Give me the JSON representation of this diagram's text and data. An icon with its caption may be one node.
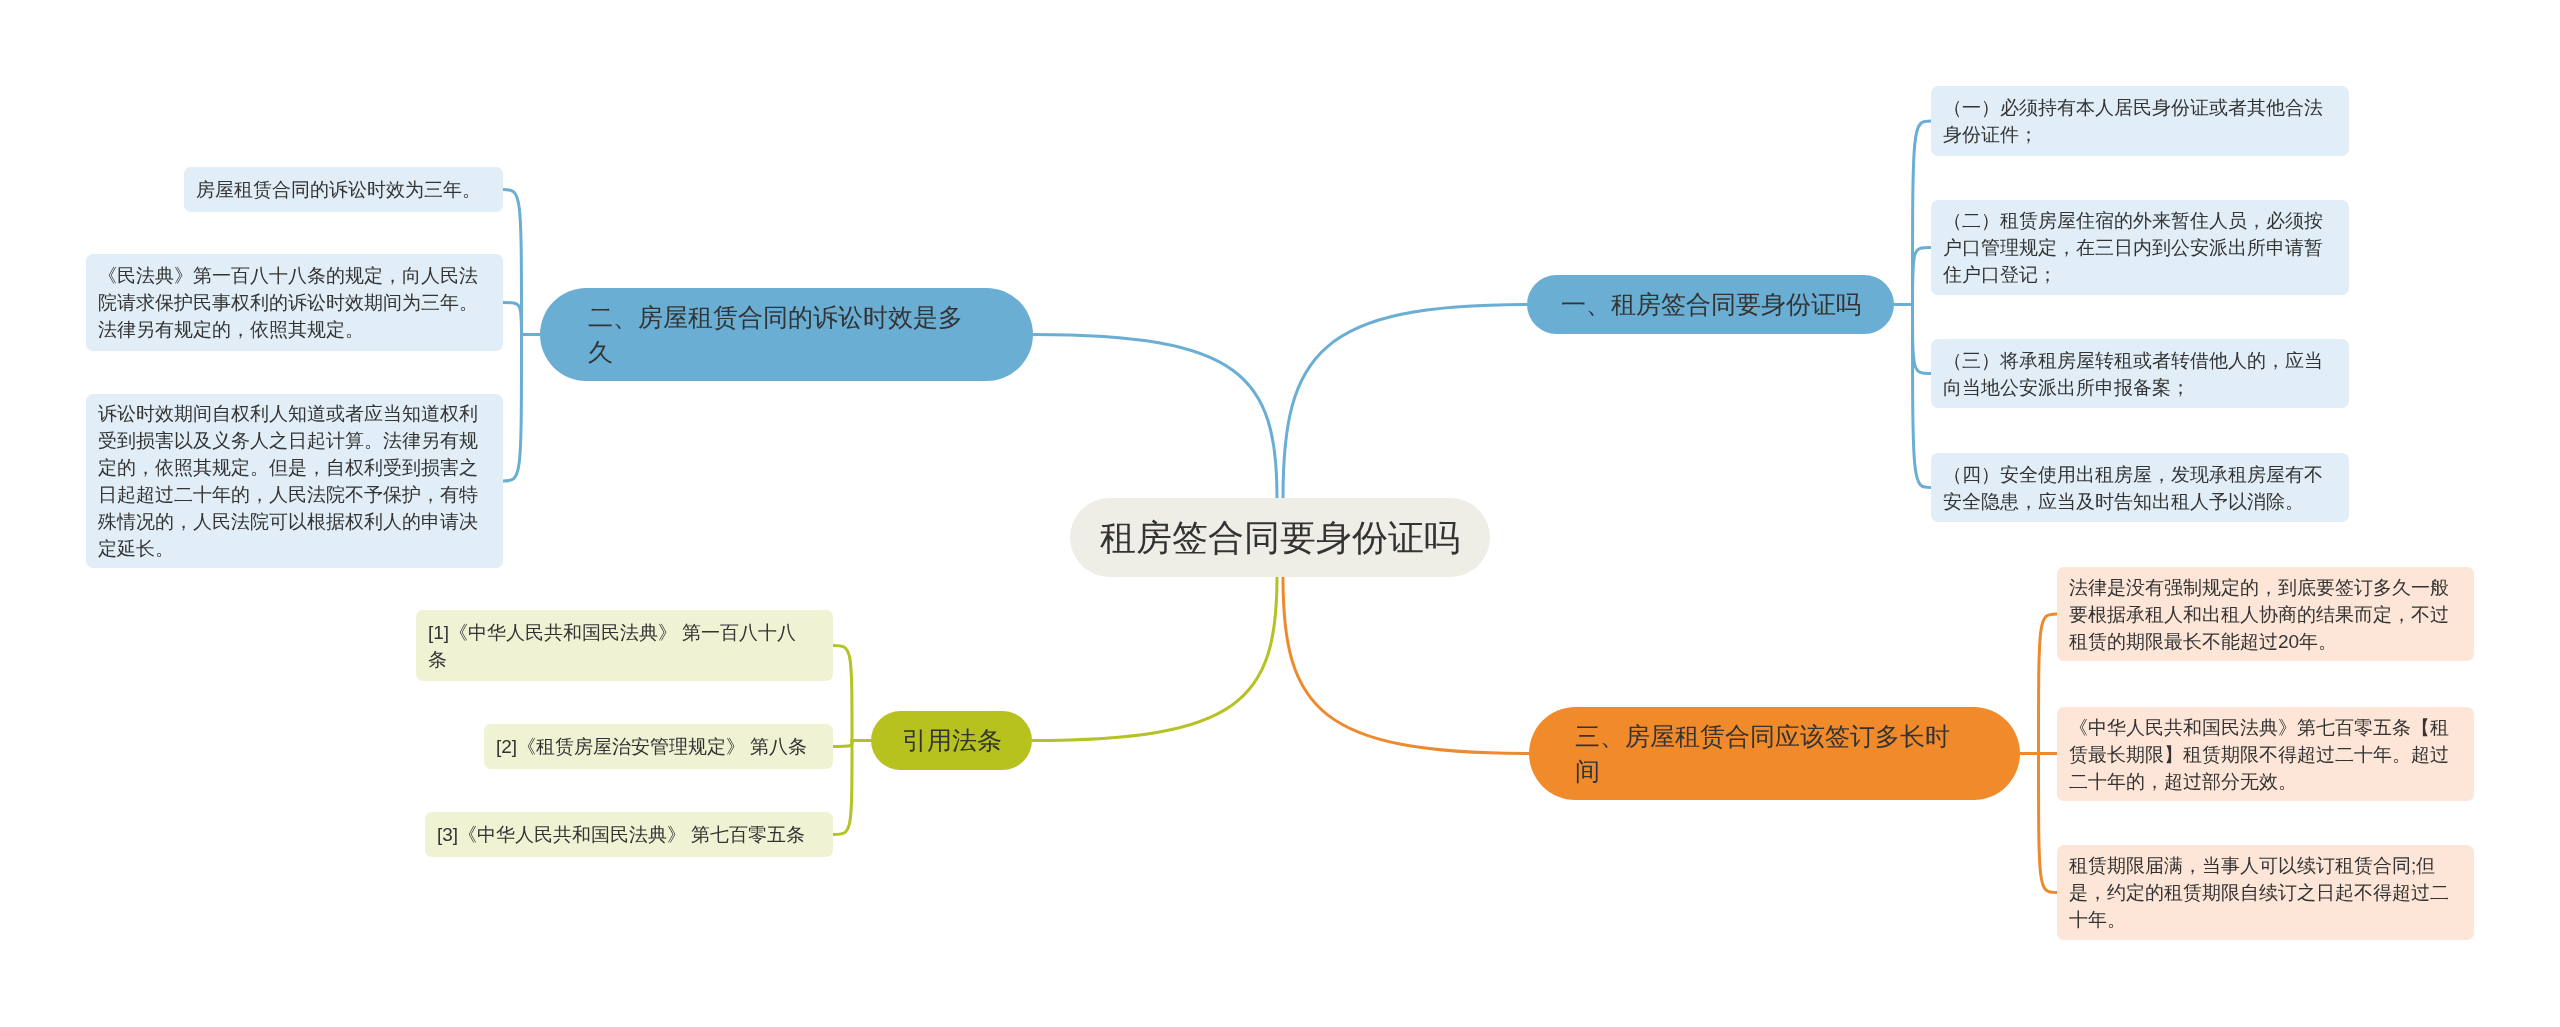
{
  "diagram": {
    "nodes": [
      {
        "text": [
          "租房签合同要身份证吗"
        ]
      },
      {
        "text": [
          "一、租房签合同要身份证吗"
        ]
      },
      {
        "text": [
          "（一）必须持有本人居民身份证或者其他合法身份证件；"
        ]
      },
      {
        "text": [
          "（二）租赁房屋住宿的外来暂住人员，必须按户口管理规定，在三日内到公安派出所申请暂住户口登记；"
        ]
      },
      {
        "text": [
          "（三）将承租房屋转租或者转借他人的，应当向当地公安派出所申报备案；"
        ]
      },
      {
        "text": [
          "（四）安全使用出租房屋，发现承租房屋有不安全隐患，应当及时告知出租人予以消除。"
        ]
      },
      {
        "text": [
          "二、房屋租赁合同的诉讼时效是多久"
        ]
      },
      {
        "text": [
          "房屋租赁合同的诉讼时效为三年。"
        ]
      },
      {
        "text": [
          "《民法典》第一百八十八条的规定，向人民法院请求保护民事权利的诉讼时效期间为三年。法律另有规定的，依照其规定。"
        ]
      },
      {
        "text": [
          "诉讼时效期间自权利人知道或者应当知道权利受到损害以及义务人之日起计算。法律另有规定的，依照其规定。但是，自权利受到损害之日起超过二十年的，人民法院不予保护，有特殊情况的，人民法院可以根据权利人的申请决定延长。"
        ]
      },
      {
        "text": [
          "三、房屋租赁合同应该签订多长时间"
        ]
      },
      {
        "text": [
          "法律是没有强制规定的，到底要签订多久一般要根据承租人和出租人协商的结果而定，不过租赁的期限最长不能超过20年。"
        ]
      },
      {
        "text": [
          "《中华人民共和国民法典》第七百零五条【租赁最长期限】租赁期限不得超过二十年。超过二十年的，超过部分无效。"
        ]
      },
      {
        "text": [
          "租赁期限届满，当事人可以续订租赁合同;但是，约定的租赁期限自续订之日起不得超过二十年。"
        ]
      },
      {
        "text": [
          "引用法条"
        ]
      },
      {
        "text": [
          "[1]《中华人民共和国民法典》 第一百八十八条"
        ]
      },
      {
        "text": [
          "[2]《租赁房屋治安管理规定》 第八条"
        ]
      },
      {
        "text": [
          "[3]《中华人民共和国民法典》 第七百零五条"
        ]
      }
    ],
    "edges": [
      {
        "from": 0,
        "to": 1,
        "arrow": "none"
      },
      {
        "from": 1,
        "to": 2,
        "arrow": "none"
      },
      {
        "from": 1,
        "to": 3,
        "arrow": "none"
      },
      {
        "from": 1,
        "to": 4,
        "arrow": "none"
      },
      {
        "from": 1,
        "to": 5,
        "arrow": "none"
      },
      {
        "from": 0,
        "to": 6,
        "arrow": "none"
      },
      {
        "from": 6,
        "to": 7,
        "arrow": "none"
      },
      {
        "from": 6,
        "to": 8,
        "arrow": "none"
      },
      {
        "from": 6,
        "to": 9,
        "arrow": "none"
      },
      {
        "from": 0,
        "to": 10,
        "arrow": "none",
        "color": "#ee8a2e"
      },
      {
        "from": 10,
        "to": 11,
        "arrow": "none",
        "color": "#ee8a2e"
      },
      {
        "from": 10,
        "to": 12,
        "arrow": "none",
        "color": "#ee8a2e"
      },
      {
        "from": 10,
        "to": 13,
        "arrow": "none",
        "color": "#ee8a2e"
      },
      {
        "from": 0,
        "to": 14,
        "arrow": "none",
        "color": "#b5c223"
      },
      {
        "from": 14,
        "to": 15,
        "arrow": "none",
        "color": "#b5c223"
      },
      {
        "from": 14,
        "to": 16,
        "arrow": "none",
        "color": "#b5c223"
      },
      {
        "from": 14,
        "to": 17,
        "arrow": "none",
        "color": "#b5c223"
      }
    ]
  }
}
